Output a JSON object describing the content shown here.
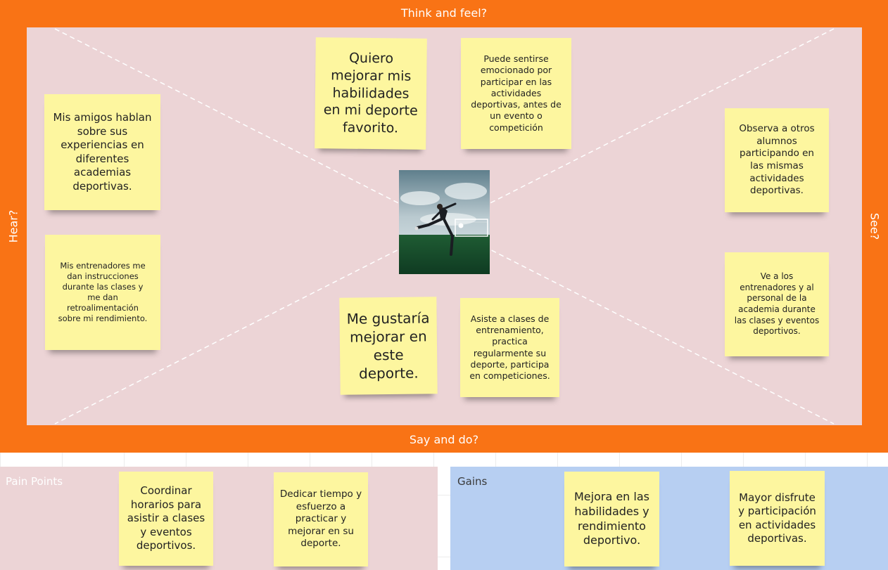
{
  "canvas": {
    "labels": {
      "top": "Think and feel?",
      "bottom": "Say and do?",
      "left": "Hear?",
      "right": "See?"
    },
    "colors": {
      "frame": "#f97315",
      "inner": "#ecd4d6",
      "sticky": "#fdf69f",
      "gains_panel": "#b7cff2",
      "pain_panel": "#ecd4d6"
    },
    "center_image": "soccer-player-kicking-ball-photo"
  },
  "notes": {
    "think_1": "Quiero mejorar mis habilidades en mi deporte favorito.",
    "think_2": "Puede sentirse emocionado por participar en las actividades deportivas, antes de un evento o competición",
    "hear_1": "Mis amigos hablan sobre sus experiencias en diferentes academias deportivas.",
    "hear_2": "Mis entrenadores me dan instrucciones durante las clases y me dan retroalimentación sobre mi rendimiento.",
    "see_1": "Observa a otros alumnos participando en las mismas actividades deportivas.",
    "see_2": "Ve a los entrenadores y al personal de la academia durante las clases y eventos deportivos.",
    "say_1": "Me gustaría mejorar en este deporte.",
    "say_2": "Asiste a clases de entrenamiento, practica regularmente su deporte, participa en competiciones."
  },
  "pain_points": {
    "title": "Pain Points",
    "items": [
      "Coordinar horarios para asistir a clases y eventos deportivos.",
      "Dedicar tiempo y esfuerzo a practicar y mejorar en su deporte."
    ]
  },
  "gains": {
    "title": "Gains",
    "items": [
      "Mejora en las habilidades y rendimiento deportivo.",
      "Mayor disfrute y participación en actividades deportivas."
    ]
  }
}
